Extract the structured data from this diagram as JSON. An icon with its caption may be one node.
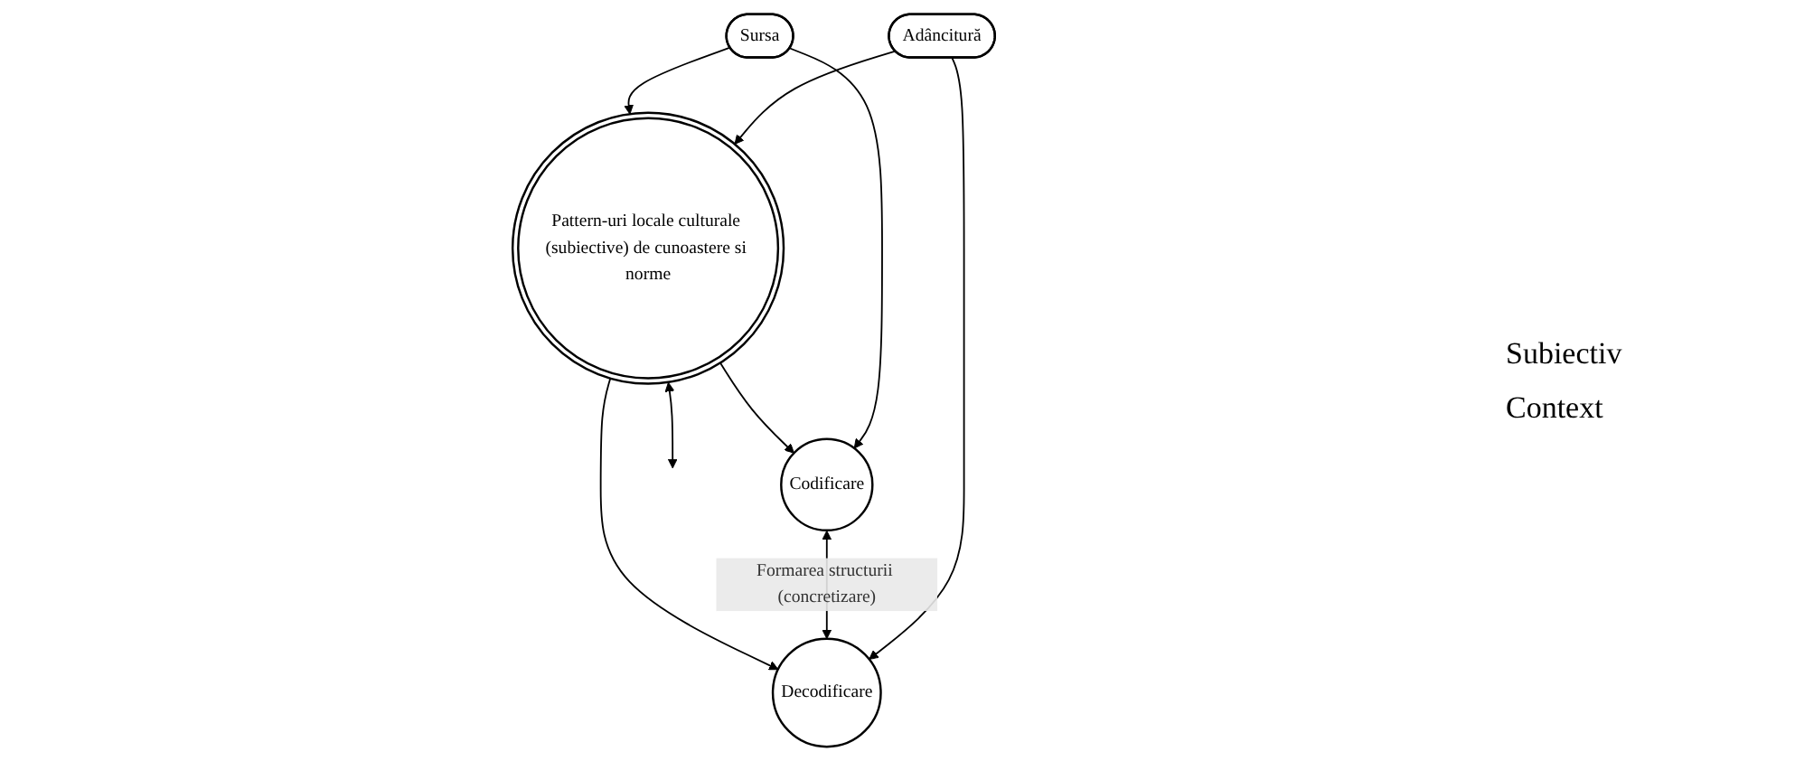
{
  "diagram": {
    "nodes": [
      {
        "text": [
          "Pattern-uri locale culturale (subiective) de cunoastere si norme"
        ]
      },
      {
        "text": [
          "Sursa"
        ]
      },
      {
        "text": [
          "Codificare"
        ]
      },
      {
        "text": [
          "Decodificare"
        ]
      },
      {
        "text": [
          "Adâncitură"
        ]
      }
    ],
    "edges": [
      {
        "from": 1,
        "to": 0,
        "arrow": "to"
      },
      {
        "from": 0,
        "to": 2,
        "arrow": "to"
      },
      {
        "from": 0,
        "to": 3,
        "arrow": "to"
      },
      {
        "from": 4,
        "to": 0,
        "arrow": "to"
      },
      {
        "from": 1,
        "to": 2,
        "arrow": "to"
      },
      {
        "from": 2,
        "to": 3,
        "arrow": "both",
        "label": "Formarea structurii (concretizare)"
      },
      {
        "from": 4,
        "to": 3,
        "arrow": "to"
      },
      {
        "from": 0,
        "to": null,
        "arrow": "both"
      }
    ],
    "labels": [
      "Subiectiv",
      "Context"
    ]
  }
}
